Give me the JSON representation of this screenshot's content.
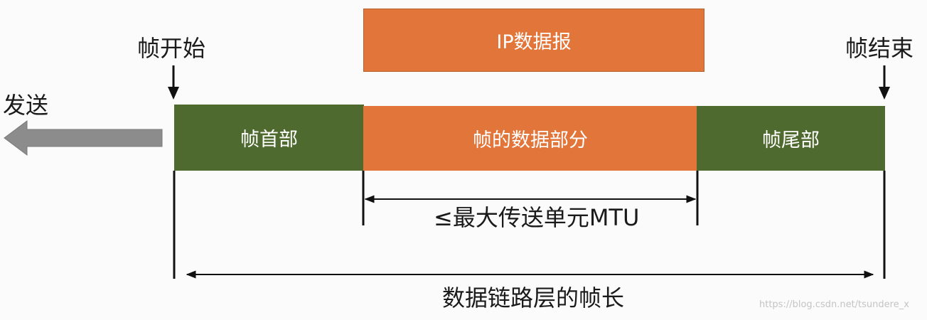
{
  "packet": {
    "ip_datagram": "IP数据报",
    "frame_header": "帧首部",
    "frame_payload": "帧的数据部分",
    "frame_trailer": "帧尾部"
  },
  "labels": {
    "frame_start": "帧开始",
    "frame_end": "帧结束",
    "send": "发送",
    "mtu": "≤最大传送单元MTU",
    "frame_length": "数据链路层的帧长"
  },
  "watermark": "https://blog.csdn.net/tsundere_x",
  "colors": {
    "payload_orange": "#E2763A",
    "header_trailer_green": "#4F6A2E",
    "send_arrow_gray": "#8c8c8c",
    "line_black": "#111111"
  }
}
